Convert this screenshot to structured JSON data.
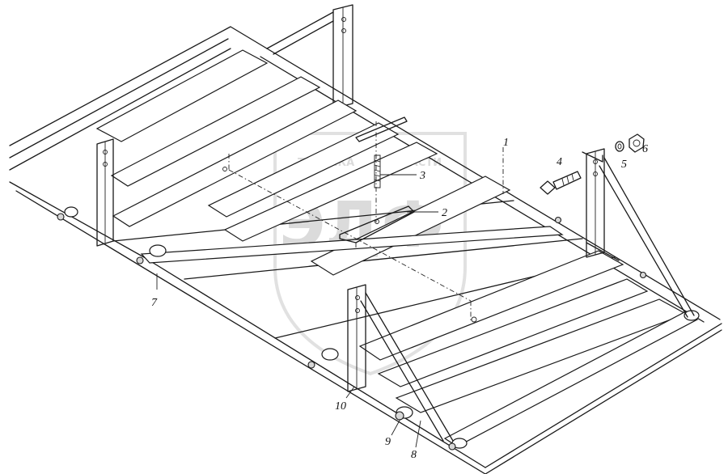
{
  "watermark": {
    "line1": "ТЕХНИКА",
    "line2": "ЗАПЧАСТИ",
    "logo": "ЭДФ"
  },
  "callouts": [
    "1",
    "2",
    "3",
    "4",
    "5",
    "6",
    "7",
    "8",
    "9",
    "10"
  ]
}
